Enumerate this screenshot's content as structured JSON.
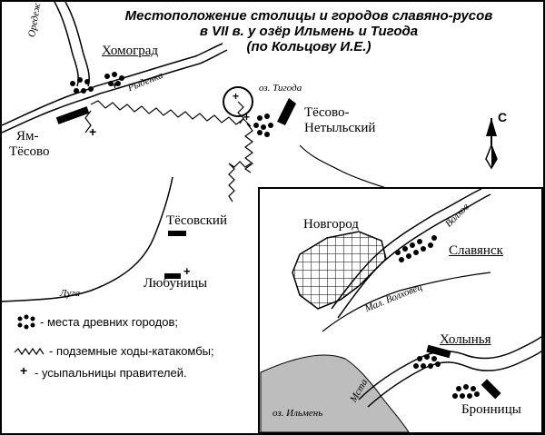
{
  "title": {
    "line1": "Местоположение столицы и городов славяно-русов",
    "line2": "в VII в. у озёр Ильмень и Тигода",
    "line3": "(по Кольцову И.Е.)"
  },
  "north_label": "С",
  "rivers": {
    "oredezh": "Оредеж",
    "rydenka": "Рыденка",
    "tigoda": "оз. Тигода",
    "luga": "Луга",
    "volkhov": "Волхов",
    "mal_volkhovets": "Мал. Волховец",
    "msta": "Мста",
    "ilmen": "оз. Ильмень"
  },
  "places": {
    "khomograd": "Хомоград",
    "yam_tesovo_1": "Ям-",
    "yam_tesovo_2": "Тёсово",
    "tesovo_netylsky_1": "Тёсово-",
    "tesovo_netylsky_2": "Нетыльский",
    "tesovsky": "Тёсовский",
    "lyubunitsy": "Любуницы",
    "novgorod": "Новгород",
    "slavyansk": "Славянск",
    "kholynya": "Холынья",
    "bronnitsy": "Бронницы"
  },
  "legend": {
    "ancient_cities": "- места древних городов;",
    "catacombs": "- подземные ходы-катакомбы;",
    "tombs": "- усыпальницы правителей."
  }
}
